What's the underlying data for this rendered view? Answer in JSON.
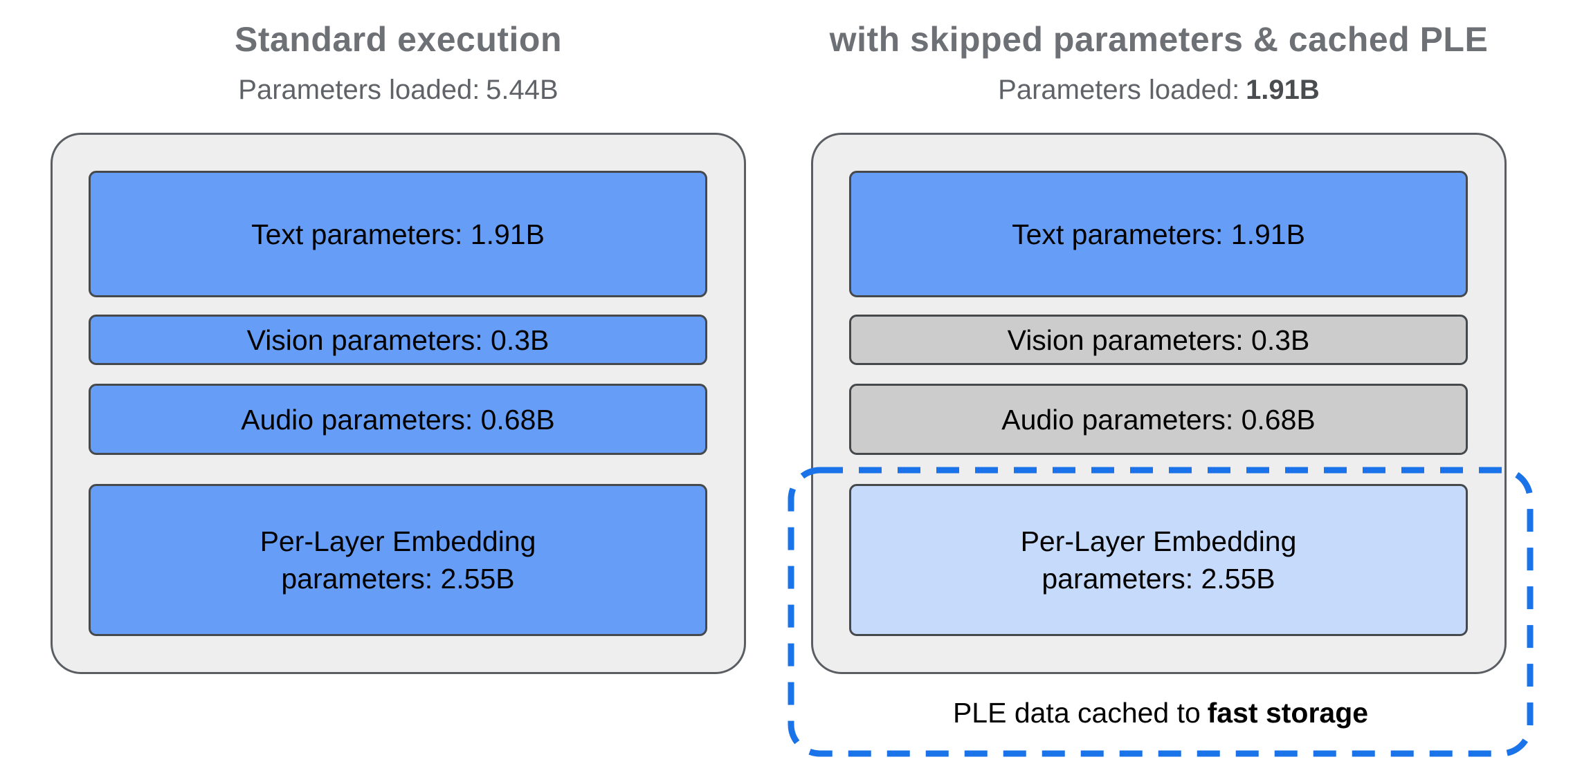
{
  "colors": {
    "loaded_blue": "#669df6",
    "cached_blue": "#c6dafc",
    "skipped_gray": "#cccccc",
    "container_gray": "#eeeeee",
    "dashed_blue": "#1a73e8",
    "title_gray": "#6d7175",
    "subtitle_gray": "#5f6368"
  },
  "panels": {
    "standard": {
      "title": "Standard execution",
      "subtitle_prefix": "Parameters loaded:",
      "subtitle_value": "5.44B",
      "boxes": {
        "text": {
          "label": "Text parameters: 1.91B",
          "state": "loaded"
        },
        "vision": {
          "label": "Vision parameters: 0.3B",
          "state": "loaded"
        },
        "audio": {
          "label": "Audio parameters: 0.68B",
          "state": "loaded"
        },
        "ple": {
          "line1": "Per-Layer Embedding",
          "line2": "parameters: 2.55B",
          "state": "loaded"
        }
      }
    },
    "skipped": {
      "title": "with skipped parameters & cached PLE",
      "subtitle_prefix": "Parameters loaded:",
      "subtitle_value": "1.91B",
      "boxes": {
        "text": {
          "label": "Text parameters: 1.91B",
          "state": "loaded"
        },
        "vision": {
          "label": "Vision parameters: 0.3B",
          "state": "skipped"
        },
        "audio": {
          "label": "Audio parameters: 0.68B",
          "state": "skipped"
        },
        "ple": {
          "line1": "Per-Layer Embedding",
          "line2": "parameters: 2.55B",
          "state": "cached"
        }
      },
      "callout_prefix": "PLE data cached to",
      "callout_bold": "fast storage"
    }
  }
}
